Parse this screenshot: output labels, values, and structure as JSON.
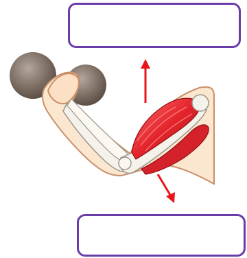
{
  "diagram": {
    "top_label": "",
    "bottom_label": "",
    "colors": {
      "box_border": "#6a3ca8",
      "arrow": "#e8151b",
      "muscle": "#e3242b",
      "bone": "#f4f2ea",
      "skin": "#fbe6cf",
      "dumbbell": "#807167"
    },
    "arrows": [
      {
        "name": "contraction-arrow",
        "direction": "up"
      },
      {
        "name": "relaxation-arrow",
        "direction": "down-right"
      }
    ]
  }
}
